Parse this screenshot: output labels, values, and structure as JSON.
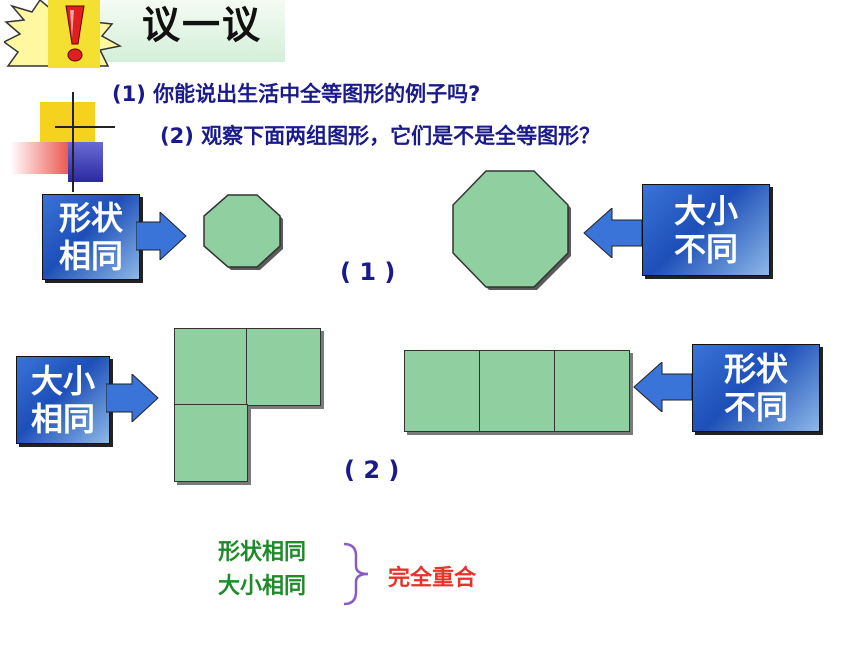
{
  "header": {
    "title": "议一议",
    "question1": "(1) 你能说出生活中全等图形的例子吗?",
    "question2": "(2) 观察下面两组图形，它们是不是全等图形？"
  },
  "group1": {
    "left_label": [
      "形状",
      "相同"
    ],
    "right_label": [
      "大小",
      "不同"
    ],
    "caption": "( 1 )"
  },
  "group2": {
    "left_label": [
      "大小",
      "相同"
    ],
    "right_label": [
      "形状",
      "不同"
    ],
    "caption": "( 2 )"
  },
  "summary": {
    "line1": "形状相同",
    "line2": "大小相同",
    "result": "完全重合"
  },
  "colors": {
    "shape_fill": "#8fcfa0",
    "title_blue": "#1a1a8c",
    "summary_green": "#1f8a2a",
    "result_red": "#e8322a",
    "callout_blue": "#1d4fb8"
  }
}
